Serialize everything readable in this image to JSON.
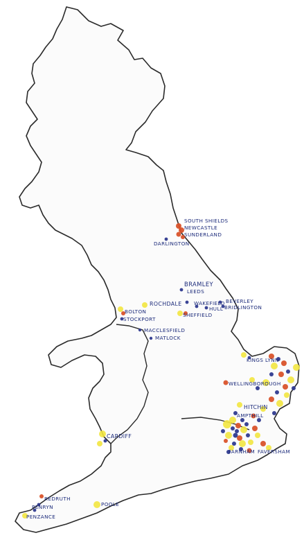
{
  "map": {
    "colors": {
      "coastline": "#2a2a2a",
      "land": "#fbfbfb",
      "label_ink": "#1b2a7a",
      "blue_dot": "#2f3a8f",
      "red_dot": "#d9532b",
      "yellow_dot": "#f2e640"
    },
    "place_labels": {
      "south_shields": "SOUTH SHIELDS",
      "newcastle": "NEWCASTLE",
      "sunderland": "SUNDERLAND",
      "darlington": "DARLINGTON",
      "bramley": "BRAMLEY",
      "leeds": "LEEDS",
      "rochdale": "ROCHDALE",
      "bolton": "BOLTON",
      "stockport": "STOCKPORT",
      "macclesfield": "MACCLESFIELD",
      "matlock": "MATLOCK",
      "wakefield": "WAKEFIELD",
      "sheffield": "SHEFFIELD",
      "hull": "HULL",
      "beverley": "BEVERLEY",
      "bridlington": "BRIDLINGTON",
      "kings_lynn": "KINGS LYNN",
      "wellingborough": "WELLINGBOROUGH",
      "hitchin": "HITCHIN",
      "ampthill": "AMPTHILL",
      "cardiff": "CARDIFF",
      "farnham": "FARNHAM",
      "faversham": "FAVERSHAM",
      "redruth": "REDRUTH",
      "penryn": "PENRYN",
      "penzance": "PENZANCE",
      "poole": "POOLE"
    }
  }
}
